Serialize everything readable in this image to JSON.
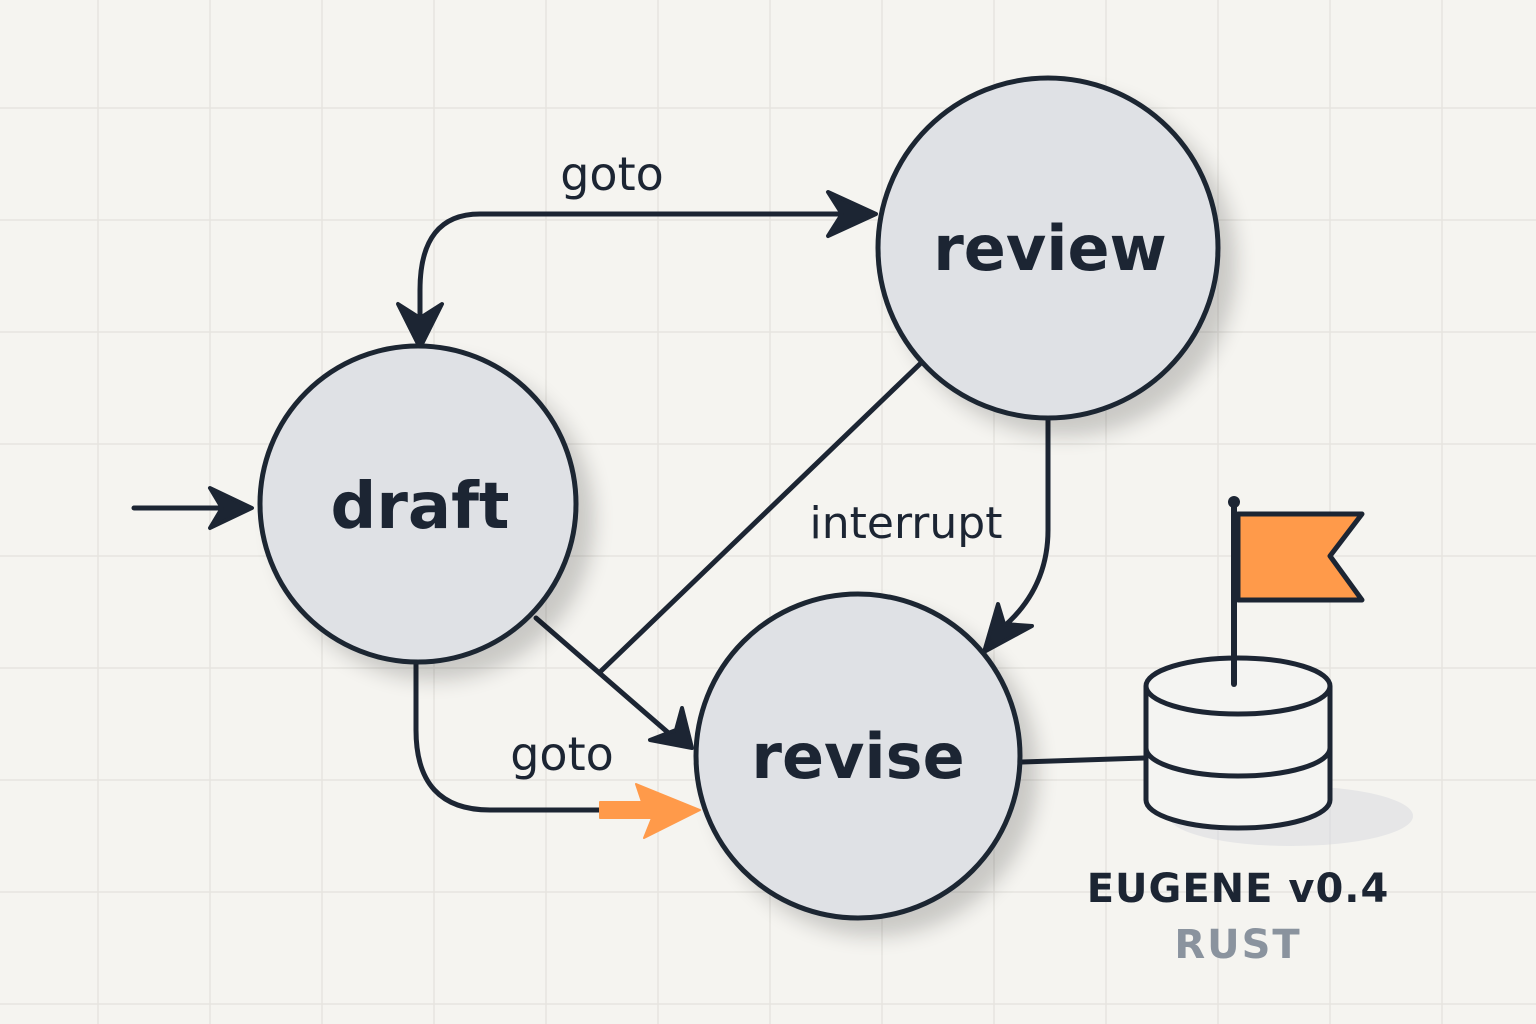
{
  "colors": {
    "background": "#f5f4f0",
    "grid": "#e6e4df",
    "node_fill": "#dfe1e5",
    "stroke": "#1c2533",
    "accent": "#ff9a4a",
    "subtitle": "#8a939e"
  },
  "nodes": {
    "draft": "draft",
    "review": "review",
    "revise": "revise"
  },
  "edges": {
    "review_to_draft": "goto",
    "draft_to_revise": "goto",
    "interrupt": "interrupt"
  },
  "badge": {
    "title": "EUGENE v0.4",
    "subtitle": "RUST",
    "icons": [
      "database-icon",
      "flag-icon"
    ]
  }
}
